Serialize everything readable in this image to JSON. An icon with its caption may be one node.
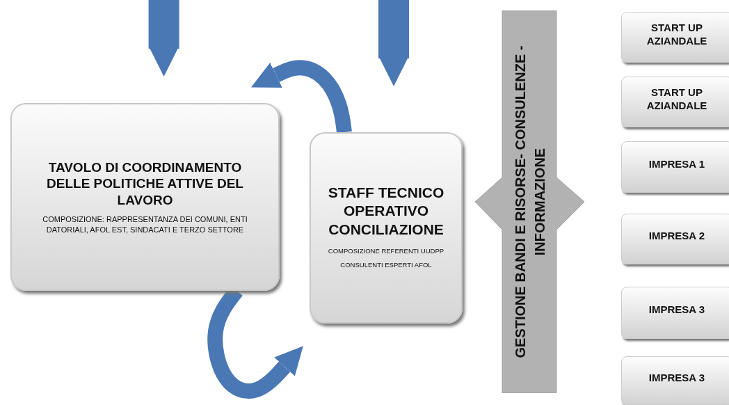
{
  "diagram": {
    "nodes": [
      {
        "text": [
          "TAVOLO DI COORDINAMENTO DELLE POLITICHE ATTIVE DEL LAVORO",
          "COMPOSIZIONE: RAPPRESENTANZA DEI COMUNI, ENTI DATORIALI, AFOL EST, SINDACATI E TERZO SETTORE"
        ]
      },
      {
        "text": [
          "STAFF TECNICO OPERATIVO CONCILIAZIONE",
          "COMPOSIZIONE REFERENTI UUDPP CONSULENTI ESPERTI AFOL"
        ]
      },
      {
        "text": [
          "GESTIONE BANDI E RISORSE- CONSULENZE - INFORMAZIONE"
        ]
      },
      {
        "text": [
          "START UP AZIANDALE"
        ]
      },
      {
        "text": [
          "START UP AZIANDALE"
        ]
      },
      {
        "text": [
          "IMPRESA 1"
        ]
      },
      {
        "text": [
          "IMPRESA 2"
        ]
      },
      {
        "text": [
          "IMPRESA 3"
        ]
      },
      {
        "text": [
          "IMPRESA 3"
        ]
      }
    ],
    "edges": [
      {
        "from": null,
        "to": 0,
        "arrow": "to",
        "style": "thick"
      },
      {
        "from": null,
        "to": 1,
        "arrow": "to",
        "style": "thick"
      },
      {
        "from": 1,
        "to": 0,
        "arrow": "to"
      },
      {
        "from": 0,
        "to": 1,
        "arrow": "to"
      }
    ]
  }
}
